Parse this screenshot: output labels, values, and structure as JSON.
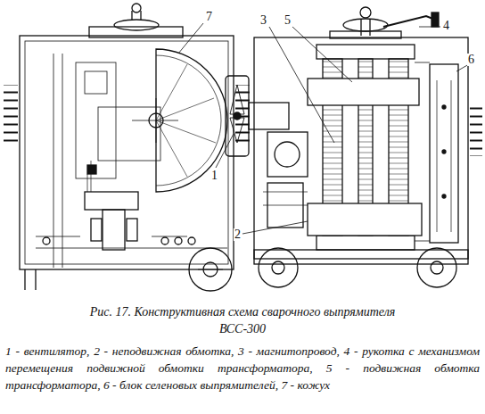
{
  "diagram": {
    "caption": "Рис. 17. Конструктивная схема сварочного выпрямителя ВСС-300",
    "labels": [
      "7",
      "1",
      "3",
      "5",
      "4",
      "6",
      "2",
      "1 - вентилятор, 2 - неподвижная обмотка, 3 - магнитопровод, 4 - рукотка с механизмом перемещения подвижной обмотки трансформатора, 5 - подвижная обмотка трансформатора, 6 - блок селеновых выпрямителей, 7 - кожух"
    ]
  }
}
